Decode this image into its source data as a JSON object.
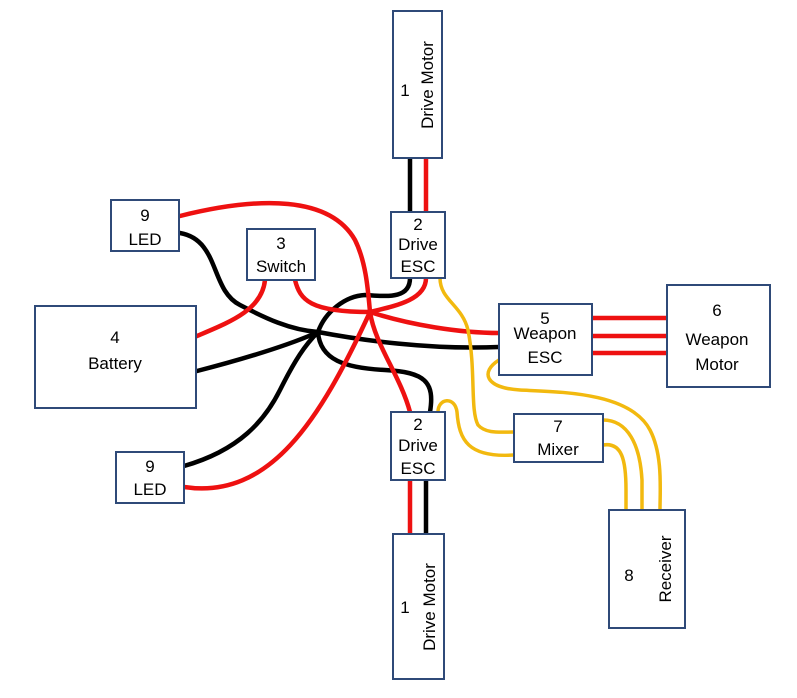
{
  "components": {
    "drive_motor_top": {
      "num": "1",
      "name": "Drive Motor"
    },
    "drive_esc_top": {
      "num": "2",
      "line1": "Drive",
      "line2": "ESC"
    },
    "switch": {
      "num": "3",
      "name": "Switch"
    },
    "battery": {
      "num": "4",
      "name": "Battery"
    },
    "weapon_esc": {
      "num": "5",
      "line1": "Weapon",
      "line2": "ESC"
    },
    "weapon_motor": {
      "num": "6",
      "line1": "Weapon",
      "line2": "Motor"
    },
    "mixer": {
      "num": "7",
      "name": "Mixer"
    },
    "receiver": {
      "num": "8",
      "name": "Receiver"
    },
    "led_top": {
      "num": "9",
      "name": "LED"
    },
    "led_bottom": {
      "num": "9",
      "name": "LED"
    },
    "drive_esc_bottom": {
      "num": "2",
      "line1": "Drive",
      "line2": "ESC"
    },
    "drive_motor_bottom": {
      "num": "1",
      "name": "Drive Motor"
    }
  },
  "colors": {
    "box_border": "#2f4a78",
    "wire_positive": "#ee1111",
    "wire_negative": "#000000",
    "wire_signal": "#f2b90f"
  }
}
